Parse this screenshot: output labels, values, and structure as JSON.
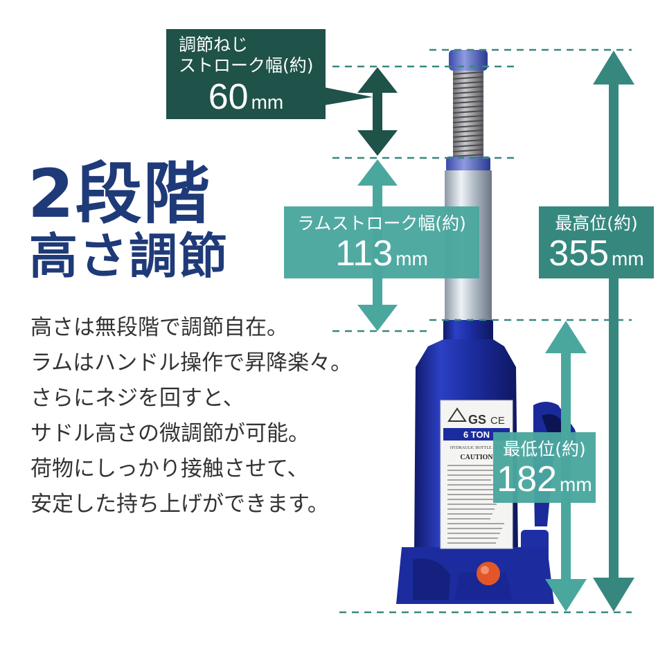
{
  "title": {
    "line1": "2段階",
    "line2": "高さ調節"
  },
  "description": [
    "高さは無段階で調節自在。",
    "ラムはハンドル操作で昇降楽々。",
    "さらにネジを回すと、",
    "サドル高さの微調節が可能。",
    "荷物にしっかり接触させて、",
    "安定した持ち上げができます。"
  ],
  "labels": {
    "screw": {
      "caption_line1": "調節ねじ",
      "caption_line2": "ストローク幅(約)",
      "value": "60",
      "unit": "mm"
    },
    "ram": {
      "caption": "ラムストローク幅(約)",
      "value": "113",
      "unit": "mm"
    },
    "max": {
      "caption": "最高位(約)",
      "value": "355",
      "unit": "mm"
    },
    "min": {
      "caption": "最低位(約)",
      "value": "182",
      "unit": "mm"
    }
  },
  "product_label": {
    "capacity": "6 TON",
    "subtitle": "HYDRAULIC BOTTLE JACK",
    "caution_heading": "CAUTION",
    "mark_ce": "CE",
    "mark_gs": "GS"
  },
  "colors": {
    "title_navy": "#1f3a78",
    "dark_green": "#1f5249",
    "teal": "#36887f",
    "light_teal": "#4aa79e",
    "jack_blue": "#1d2f9c",
    "knob_orange": "#e2562a"
  }
}
